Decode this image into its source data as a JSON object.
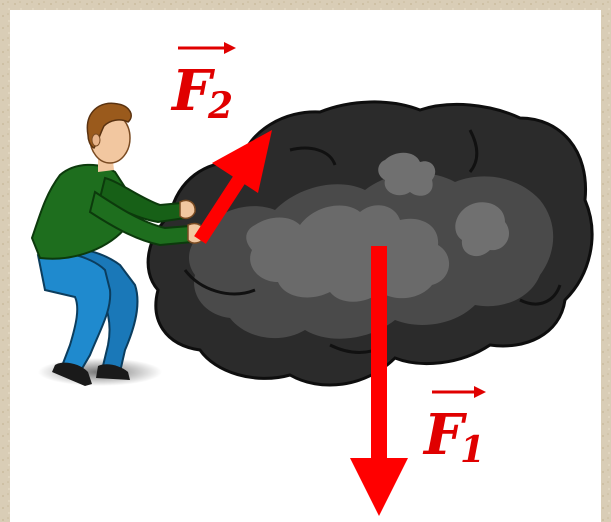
{
  "colors": {
    "arrow": "#ff0000",
    "label": "#e00000",
    "rock_dark": "#2d2d2d",
    "rock_mid": "#505050",
    "rock_light": "#6e6e6e",
    "background": "#d8ccb4",
    "panel": "#ffffff",
    "shirt": "#1f6b1f",
    "jeans": "#1c84c4",
    "skin": "#f2c7a0",
    "hair": "#9a5a1c"
  },
  "vectors": {
    "f1": {
      "letter": "F",
      "subscript": "1"
    },
    "f2": {
      "letter": "F",
      "subscript": "2"
    }
  }
}
